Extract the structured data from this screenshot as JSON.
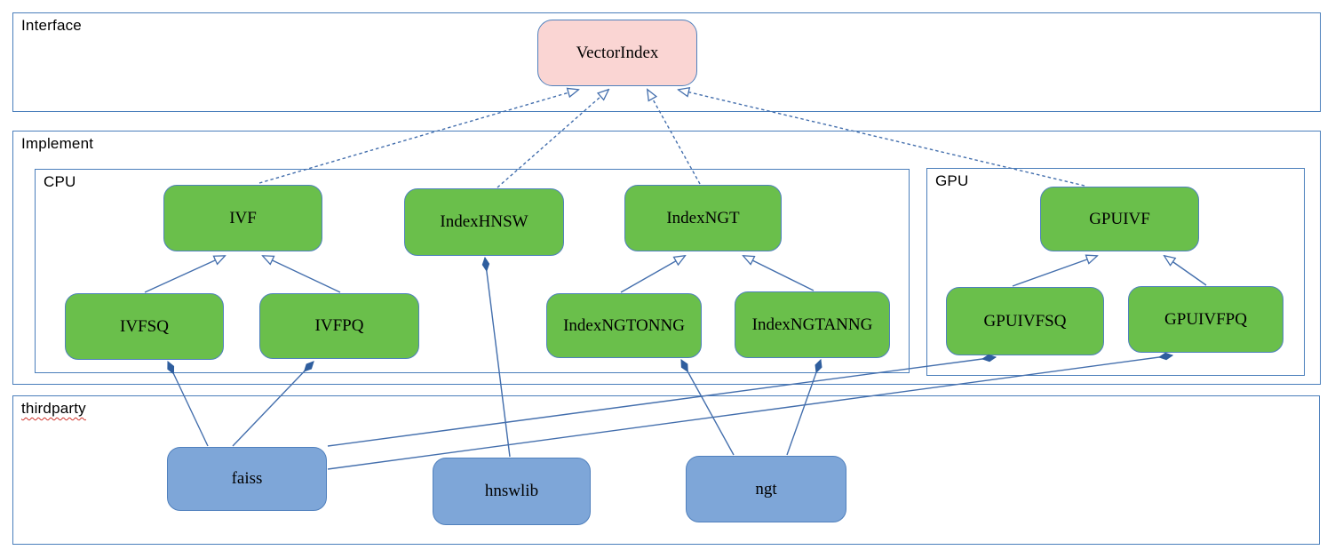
{
  "diagram": {
    "containers": {
      "interface": {
        "label": "Interface"
      },
      "implement": {
        "label": "Implement"
      },
      "cpu": {
        "label": "CPU"
      },
      "gpu": {
        "label": "GPU"
      },
      "thirdparty": {
        "label": "thirdparty"
      }
    },
    "nodes": [
      {
        "id": "VectorIndex",
        "label": "VectorIndex",
        "style": "interface",
        "container": "interface"
      },
      {
        "id": "IVF",
        "label": "IVF",
        "style": "impl",
        "container": "cpu"
      },
      {
        "id": "IndexHNSW",
        "label": "IndexHNSW",
        "style": "impl",
        "container": "cpu"
      },
      {
        "id": "IndexNGT",
        "label": "IndexNGT",
        "style": "impl",
        "container": "cpu"
      },
      {
        "id": "IVFSQ",
        "label": "IVFSQ",
        "style": "impl",
        "container": "cpu"
      },
      {
        "id": "IVFPQ",
        "label": "IVFPQ",
        "style": "impl",
        "container": "cpu"
      },
      {
        "id": "IndexNGTONNG",
        "label": "IndexNGTONNG",
        "style": "impl",
        "container": "cpu"
      },
      {
        "id": "IndexNGTANNG",
        "label": "IndexNGTANNG",
        "style": "impl",
        "container": "cpu"
      },
      {
        "id": "GPUIVF",
        "label": "GPUIVF",
        "style": "impl",
        "container": "gpu"
      },
      {
        "id": "GPUIVFSQ",
        "label": "GPUIVFSQ",
        "style": "impl",
        "container": "gpu"
      },
      {
        "id": "GPUIVFPQ",
        "label": "GPUIVFPQ",
        "style": "impl",
        "container": "gpu"
      },
      {
        "id": "faiss",
        "label": "faiss",
        "style": "lib",
        "container": "thirdparty"
      },
      {
        "id": "hnswlib",
        "label": "hnswlib",
        "style": "lib",
        "container": "thirdparty"
      },
      {
        "id": "ngt",
        "label": "ngt",
        "style": "lib",
        "container": "thirdparty"
      }
    ],
    "edges": [
      {
        "from": "IVF",
        "to": "VectorIndex",
        "type": "inherits-dashed"
      },
      {
        "from": "IndexHNSW",
        "to": "VectorIndex",
        "type": "inherits-dashed"
      },
      {
        "from": "IndexNGT",
        "to": "VectorIndex",
        "type": "inherits-dashed"
      },
      {
        "from": "GPUIVF",
        "to": "VectorIndex",
        "type": "inherits-dashed"
      },
      {
        "from": "IVFSQ",
        "to": "IVF",
        "type": "inherits"
      },
      {
        "from": "IVFPQ",
        "to": "IVF",
        "type": "inherits"
      },
      {
        "from": "IndexNGTONNG",
        "to": "IndexNGT",
        "type": "inherits"
      },
      {
        "from": "IndexNGTANNG",
        "to": "IndexNGT",
        "type": "inherits"
      },
      {
        "from": "GPUIVFSQ",
        "to": "GPUIVF",
        "type": "inherits"
      },
      {
        "from": "GPUIVFPQ",
        "to": "GPUIVF",
        "type": "inherits"
      },
      {
        "from": "IVFSQ",
        "to": "faiss",
        "type": "composes"
      },
      {
        "from": "IVFPQ",
        "to": "faiss",
        "type": "composes"
      },
      {
        "from": "IndexHNSW",
        "to": "hnswlib",
        "type": "composes"
      },
      {
        "from": "IndexNGTONNG",
        "to": "ngt",
        "type": "composes"
      },
      {
        "from": "IndexNGTANNG",
        "to": "ngt",
        "type": "composes"
      },
      {
        "from": "GPUIVFSQ",
        "to": "faiss",
        "type": "composes"
      },
      {
        "from": "GPUIVFPQ",
        "to": "faiss",
        "type": "composes"
      }
    ],
    "colors": {
      "interface_fill": "#fad5d3",
      "implement_fill": "#6abf4b",
      "library_fill": "#7ea6d8",
      "shape_border": "#4f81bd",
      "container_border": "#4a7ebb",
      "connector": "#446fad",
      "diamond_fill": "#2f5e9e",
      "spellcheck_underline": "#d0342c",
      "text": "#000000"
    }
  }
}
